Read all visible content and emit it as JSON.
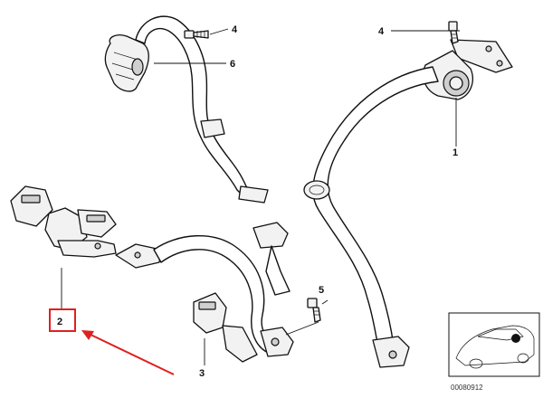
{
  "callouts": [
    {
      "id": "1",
      "text": "1"
    },
    {
      "id": "2",
      "text": "2"
    },
    {
      "id": "3",
      "text": "3"
    },
    {
      "id": "4a",
      "text": "4"
    },
    {
      "id": "4b",
      "text": "4"
    },
    {
      "id": "5",
      "text": "5"
    },
    {
      "id": "6",
      "text": "6"
    }
  ],
  "reference_number": "00080912",
  "highlight": {
    "callout": "2",
    "color": "#e02020"
  },
  "arrow_color": "#e02020"
}
